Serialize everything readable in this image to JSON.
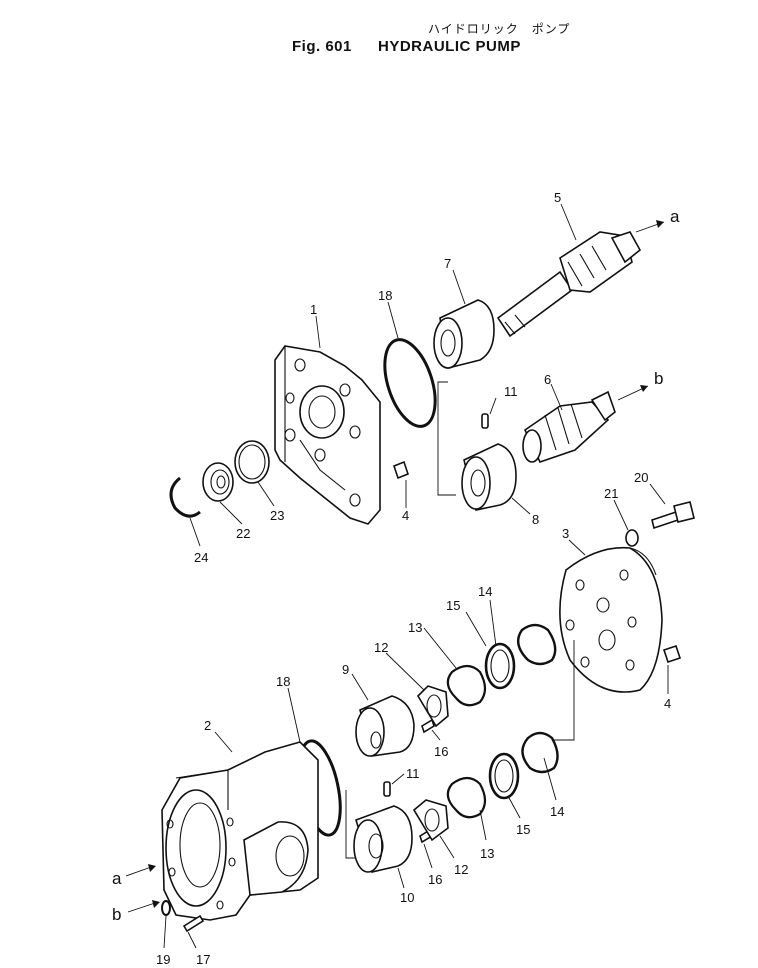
{
  "header": {
    "japanese_title": "ハイドロリック　ポンプ",
    "figure_number": "Fig. 601",
    "figure_name": "HYDRAULIC PUMP"
  },
  "callouts": {
    "p1": "1",
    "p2": "2",
    "p3": "3",
    "p4a": "4",
    "p4b": "4",
    "p5": "5",
    "p6": "6",
    "p7": "7",
    "p8": "8",
    "p9": "9",
    "p10": "10",
    "p11a": "11",
    "p11b": "11",
    "p12a": "12",
    "p12b": "12",
    "p13a": "13",
    "p13b": "13",
    "p14a": "14",
    "p14b": "14",
    "p15a": "15",
    "p15b": "15",
    "p16a": "16",
    "p16b": "16",
    "p17": "17",
    "p18a": "18",
    "p18b": "18",
    "p19": "19",
    "p20": "20",
    "p21": "21",
    "p22": "22",
    "p23": "23",
    "p24": "24"
  },
  "flow_markers": {
    "a_top": "a",
    "b_top": "b",
    "a_bottom": "a",
    "b_bottom": "b"
  }
}
